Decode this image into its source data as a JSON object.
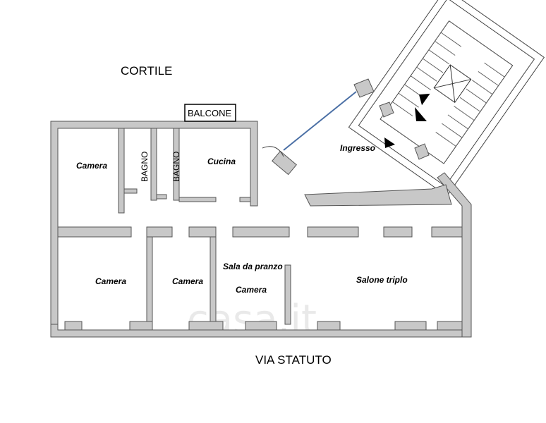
{
  "outside": {
    "courtyard": "CORTILE",
    "street": "VIA STATUTO",
    "balcony": "BALCONE"
  },
  "rooms": {
    "camera_top": "Camera",
    "bagno_1": "BAGNO",
    "bagno_2": "BAGNO",
    "cucina": "Cucina",
    "ingresso": "Ingresso",
    "camera_bl": "Camera",
    "camera_mid": "Camera",
    "sala_pranzo": "Sala da pranzo",
    "camera_sala": "Camera",
    "salone": "Salone triplo"
  },
  "watermark": "casa.it"
}
